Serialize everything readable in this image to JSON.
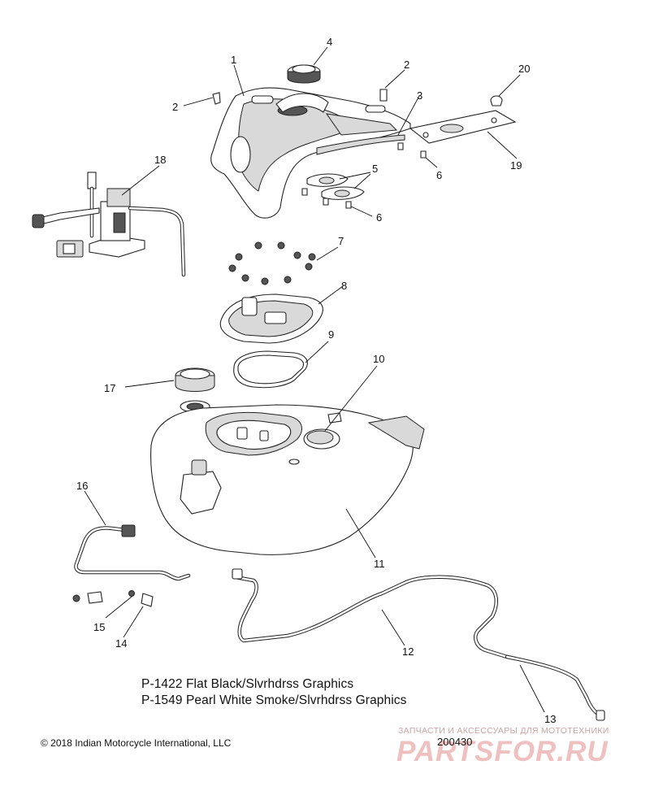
{
  "callouts": [
    "1",
    "2",
    "2",
    "3",
    "4",
    "5",
    "6",
    "6",
    "7",
    "8",
    "9",
    "10",
    "11",
    "12",
    "13",
    "14",
    "15",
    "16",
    "17",
    "18",
    "19",
    "20"
  ],
  "variants": [
    "P-1422 Flat Black/Slvrhdrss Graphics",
    "P-1549 Pearl White Smoke/Slvrhdrss Graphics"
  ],
  "copyright": "© 2018 Indian Motorcycle International, LLC",
  "diagram_id": "200430",
  "watermark": {
    "tagline": "ЗАПЧАСТИ И АКСЕССУАРЫ ДЛЯ МОТОТЕХНИКИ",
    "logo": "PARTSFOR.RU",
    "color": "#e28d8d"
  },
  "colors": {
    "line": "#222222",
    "shade": "#d9d9d9"
  }
}
